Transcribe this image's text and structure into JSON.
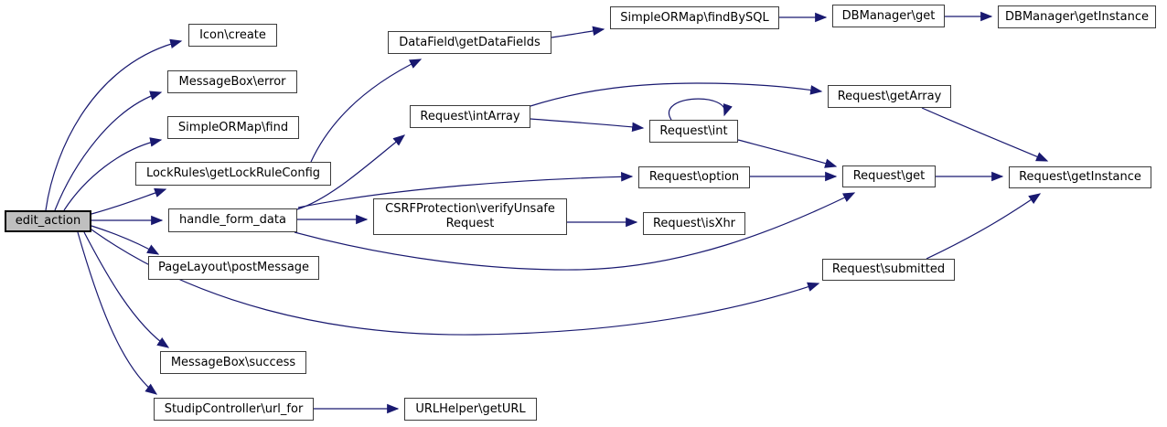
{
  "diagram": {
    "type": "call-graph",
    "root": "edit_action",
    "colors": {
      "edge": "#191970",
      "node_border": "#3c3c3c",
      "node_fill": "#ffffff",
      "root_fill": "#bfbfbf",
      "text": "#000000",
      "background": "#ffffff"
    },
    "nodes": [
      {
        "id": "edit_action",
        "label": "edit_action",
        "kind": "root"
      },
      {
        "id": "icon_create",
        "label": "Icon\\create",
        "kind": "normal"
      },
      {
        "id": "messagebox_error",
        "label": "MessageBox\\error",
        "kind": "normal"
      },
      {
        "id": "simpleormap_find",
        "label": "SimpleORMap\\find",
        "kind": "normal"
      },
      {
        "id": "lockrules_getlockruleconfig",
        "label": "LockRules\\getLockRuleConfig",
        "kind": "normal"
      },
      {
        "id": "handle_form_data",
        "label": "handle_form_data",
        "kind": "normal"
      },
      {
        "id": "pagelayout_postmessage",
        "label": "PageLayout\\postMessage",
        "kind": "normal"
      },
      {
        "id": "messagebox_success",
        "label": "MessageBox\\success",
        "kind": "normal"
      },
      {
        "id": "studipcontroller_url_for",
        "label": "StudipController\\url_for",
        "kind": "normal"
      },
      {
        "id": "datafield_getdatafields",
        "label": "DataField\\getDataFields",
        "kind": "normal"
      },
      {
        "id": "request_intarray",
        "label": "Request\\intArray",
        "kind": "normal"
      },
      {
        "id": "csrfprotection_verifyunsaferequest",
        "label": "CSRFProtection\\verifyUnsafe\nRequest",
        "kind": "normal"
      },
      {
        "id": "request_int",
        "label": "Request\\int",
        "kind": "normal"
      },
      {
        "id": "request_option",
        "label": "Request\\option",
        "kind": "normal"
      },
      {
        "id": "request_isxhr",
        "label": "Request\\isXhr",
        "kind": "normal"
      },
      {
        "id": "simpleormap_findbysql",
        "label": "SimpleORMap\\findBySQL",
        "kind": "normal"
      },
      {
        "id": "dbmanager_get",
        "label": "DBManager\\get",
        "kind": "normal"
      },
      {
        "id": "dbmanager_getinstance",
        "label": "DBManager\\getInstance",
        "kind": "normal"
      },
      {
        "id": "request_getarray",
        "label": "Request\\getArray",
        "kind": "normal"
      },
      {
        "id": "request_get",
        "label": "Request\\get",
        "kind": "normal"
      },
      {
        "id": "request_submitted",
        "label": "Request\\submitted",
        "kind": "normal"
      },
      {
        "id": "request_getinstance",
        "label": "Request\\getInstance",
        "kind": "normal"
      },
      {
        "id": "urlhelper_geturl",
        "label": "URLHelper\\getURL",
        "kind": "normal"
      }
    ],
    "edges": [
      {
        "from": "edit_action",
        "to": "icon_create"
      },
      {
        "from": "edit_action",
        "to": "messagebox_error"
      },
      {
        "from": "edit_action",
        "to": "simpleormap_find"
      },
      {
        "from": "edit_action",
        "to": "lockrules_getlockruleconfig"
      },
      {
        "from": "edit_action",
        "to": "handle_form_data"
      },
      {
        "from": "edit_action",
        "to": "pagelayout_postmessage"
      },
      {
        "from": "edit_action",
        "to": "messagebox_success"
      },
      {
        "from": "edit_action",
        "to": "studipcontroller_url_for"
      },
      {
        "from": "edit_action",
        "to": "request_submitted"
      },
      {
        "from": "handle_form_data",
        "to": "csrfprotection_verifyunsaferequest"
      },
      {
        "from": "handle_form_data",
        "to": "request_intarray"
      },
      {
        "from": "handle_form_data",
        "to": "request_option"
      },
      {
        "from": "handle_form_data",
        "to": "request_get"
      },
      {
        "from": "lockrules_getlockruleconfig",
        "to": "datafield_getdatafields"
      },
      {
        "from": "datafield_getdatafields",
        "to": "simpleormap_findbysql"
      },
      {
        "from": "simpleormap_findbysql",
        "to": "dbmanager_get"
      },
      {
        "from": "dbmanager_get",
        "to": "dbmanager_getinstance"
      },
      {
        "from": "request_intarray",
        "to": "request_getarray"
      },
      {
        "from": "request_intarray",
        "to": "request_int"
      },
      {
        "from": "request_int",
        "to": "request_int"
      },
      {
        "from": "request_int",
        "to": "request_get"
      },
      {
        "from": "request_option",
        "to": "request_get"
      },
      {
        "from": "request_get",
        "to": "request_getinstance"
      },
      {
        "from": "request_getarray",
        "to": "request_getinstance"
      },
      {
        "from": "request_submitted",
        "to": "request_getinstance"
      },
      {
        "from": "csrfprotection_verifyunsaferequest",
        "to": "request_isxhr"
      },
      {
        "from": "studipcontroller_url_for",
        "to": "urlhelper_geturl"
      }
    ]
  }
}
